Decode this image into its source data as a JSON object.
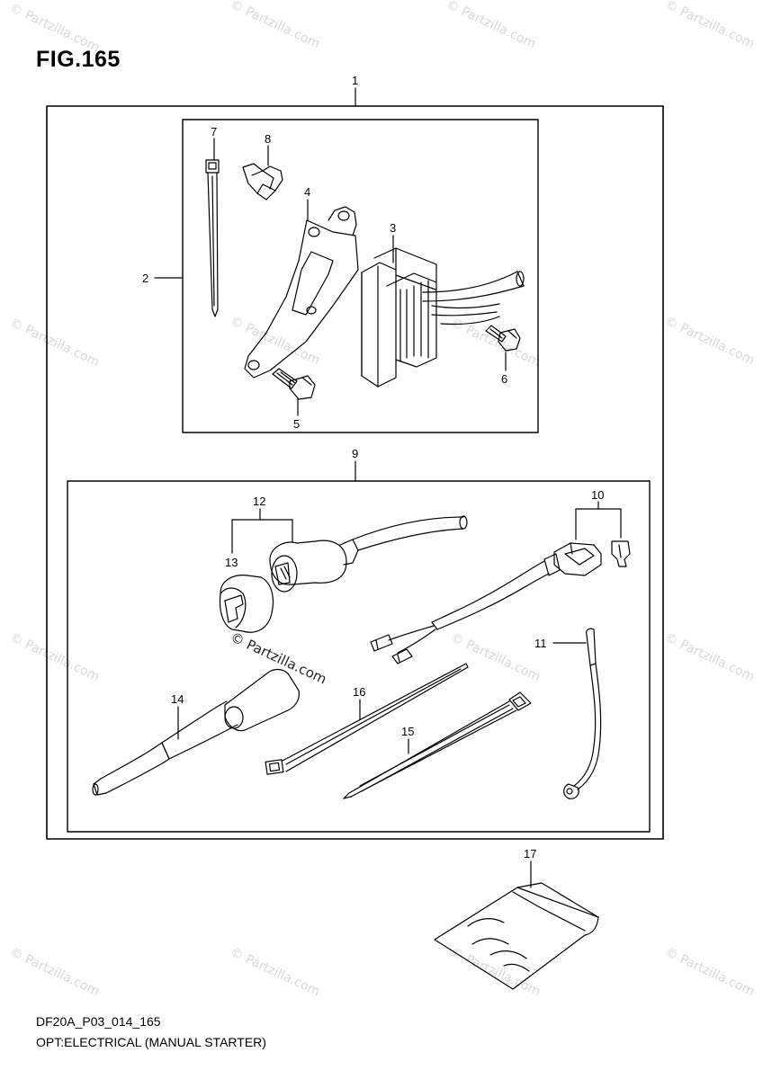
{
  "figure": {
    "title": "FIG.165",
    "code": "DF20A_P03_014_165",
    "caption": "OPT:ELECTRICAL (MANUAL STARTER)"
  },
  "callouts": [
    "1",
    "2",
    "3",
    "4",
    "5",
    "6",
    "7",
    "8",
    "9",
    "10",
    "11",
    "12",
    "13",
    "14",
    "15",
    "16",
    "17"
  ],
  "watermark": {
    "text": "© Partzilla.com",
    "color": "#d8d8d8"
  },
  "colors": {
    "line": "#000000",
    "background": "#ffffff"
  }
}
